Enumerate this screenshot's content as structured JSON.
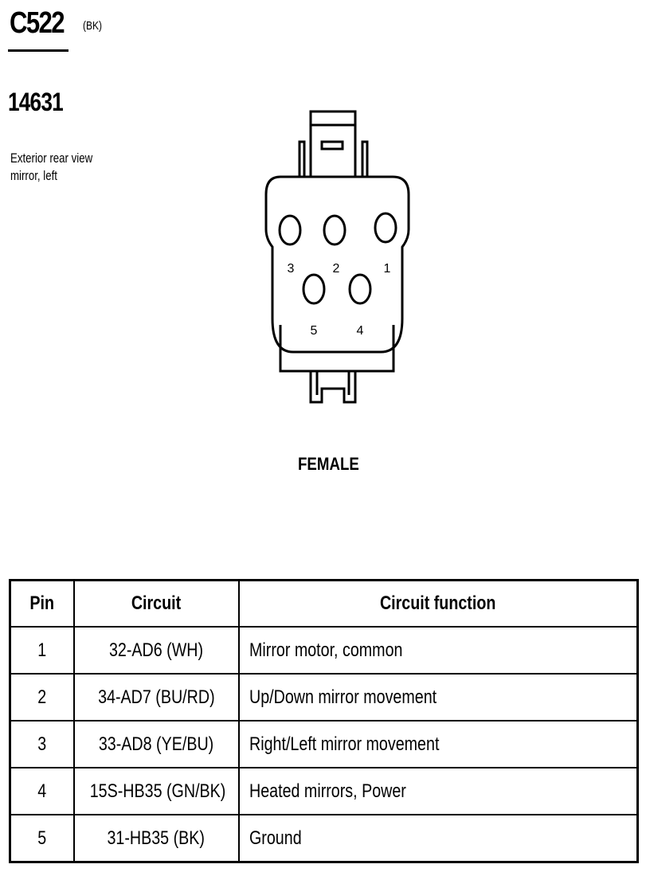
{
  "connector": {
    "id": "C522",
    "color_code": "(BK)",
    "part_number": "14631",
    "description_line1": "Exterior rear view",
    "description_line2": "mirror, left"
  },
  "diagram": {
    "view_label": "FEMALE",
    "pin_labels": [
      "1",
      "2",
      "3",
      "4",
      "5"
    ]
  },
  "table": {
    "headers": [
      "Pin",
      "Circuit",
      "Circuit function"
    ],
    "rows": [
      {
        "pin": "1",
        "circuit": "32-AD6 (WH)",
        "function": "Mirror motor, common"
      },
      {
        "pin": "2",
        "circuit": "34-AD7 (BU/RD)",
        "function": "Up/Down mirror movement"
      },
      {
        "pin": "3",
        "circuit": "33-AD8 (YE/BU)",
        "function": "Right/Left mirror movement"
      },
      {
        "pin": "4",
        "circuit": "15S-HB35 (GN/BK)",
        "function": "Heated mirrors, Power"
      },
      {
        "pin": "5",
        "circuit": "31-HB35 (BK)",
        "function": "Ground"
      }
    ]
  }
}
